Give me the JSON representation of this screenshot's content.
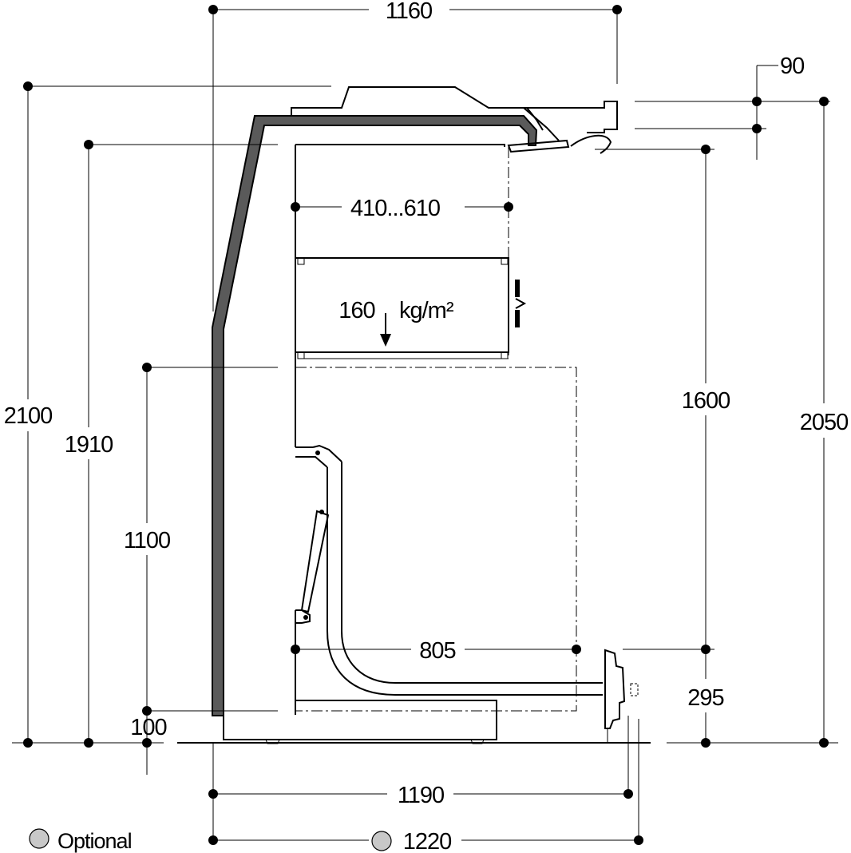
{
  "diagram": {
    "dimensions": {
      "top_width": "1160",
      "top_offset": "90",
      "total_height": "2100",
      "upper_height": "1910",
      "shelf_depth": "410...610",
      "shelf_load_value": "160",
      "shelf_load_unit": "kg/m²",
      "lower_opening_height": "1100",
      "right_height": "1600",
      "outer_right_height": "2050",
      "base_depth": "805",
      "base_height": "295",
      "plinth": "100",
      "footprint_depth": "1190",
      "overall_depth": "1220"
    },
    "legend": {
      "optional_label": "Optional"
    },
    "colors": {
      "line": "#000000",
      "canopy_fill": "#5a5a5a",
      "optional_fill": "#c8c8c8"
    }
  }
}
